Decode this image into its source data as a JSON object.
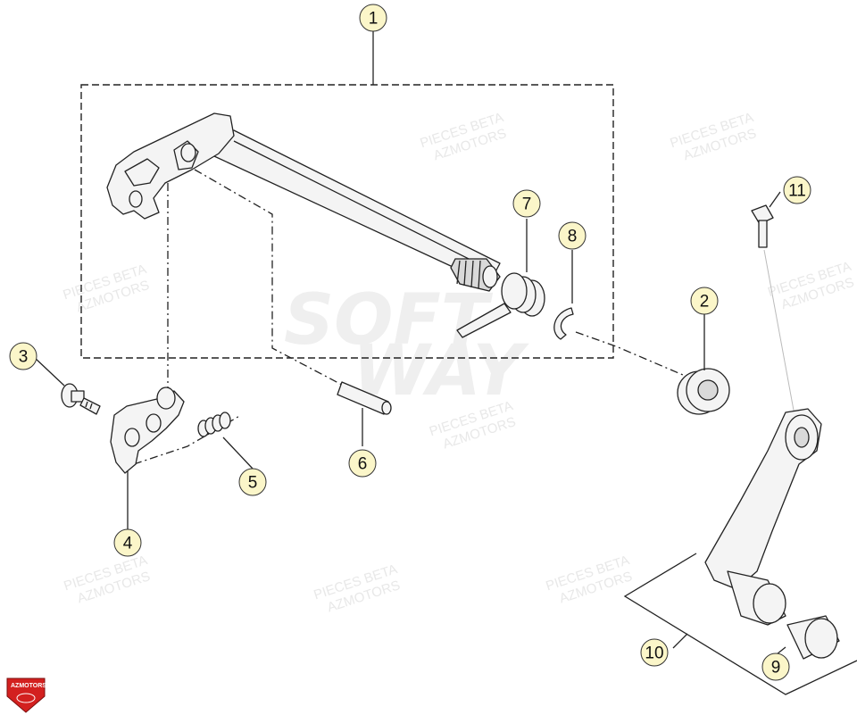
{
  "callouts": [
    {
      "id": "c1",
      "label": "1"
    },
    {
      "id": "c2",
      "label": "2"
    },
    {
      "id": "c3",
      "label": "3"
    },
    {
      "id": "c4",
      "label": "4"
    },
    {
      "id": "c5",
      "label": "5"
    },
    {
      "id": "c6",
      "label": "6"
    },
    {
      "id": "c7",
      "label": "7"
    },
    {
      "id": "c8",
      "label": "8"
    },
    {
      "id": "c9",
      "label": "9"
    },
    {
      "id": "c10",
      "label": "10"
    },
    {
      "id": "c11",
      "label": "11"
    }
  ],
  "watermark": {
    "line1": "PIECES BETA",
    "line2": "AZMOTORS",
    "big1": "SOFT",
    "big2": "WAY"
  },
  "logo": {
    "text": "AZMOTORS",
    "color": "#d3201f"
  }
}
